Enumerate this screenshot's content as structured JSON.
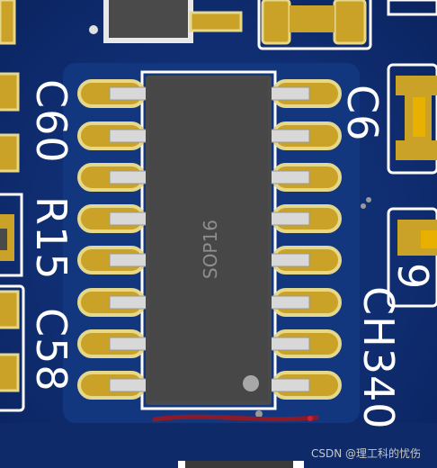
{
  "chip": {
    "package_label": "SOP16"
  },
  "silkscreen": {
    "left_labels": [
      "C60",
      "R15",
      "C58"
    ],
    "right_label_top": "C6",
    "right_label_mid": "9",
    "right_label_bottom": "CH340"
  },
  "watermark": "CSDN @理工科的忧伤",
  "colors": {
    "board": "#0f2d70",
    "pad_gold": "#c9a227",
    "pad_ring": "#e6d88a",
    "chip_body": "#4a4a4a",
    "pin_silver": "#d8d8d8",
    "red_trace": "#8b1a2a"
  }
}
